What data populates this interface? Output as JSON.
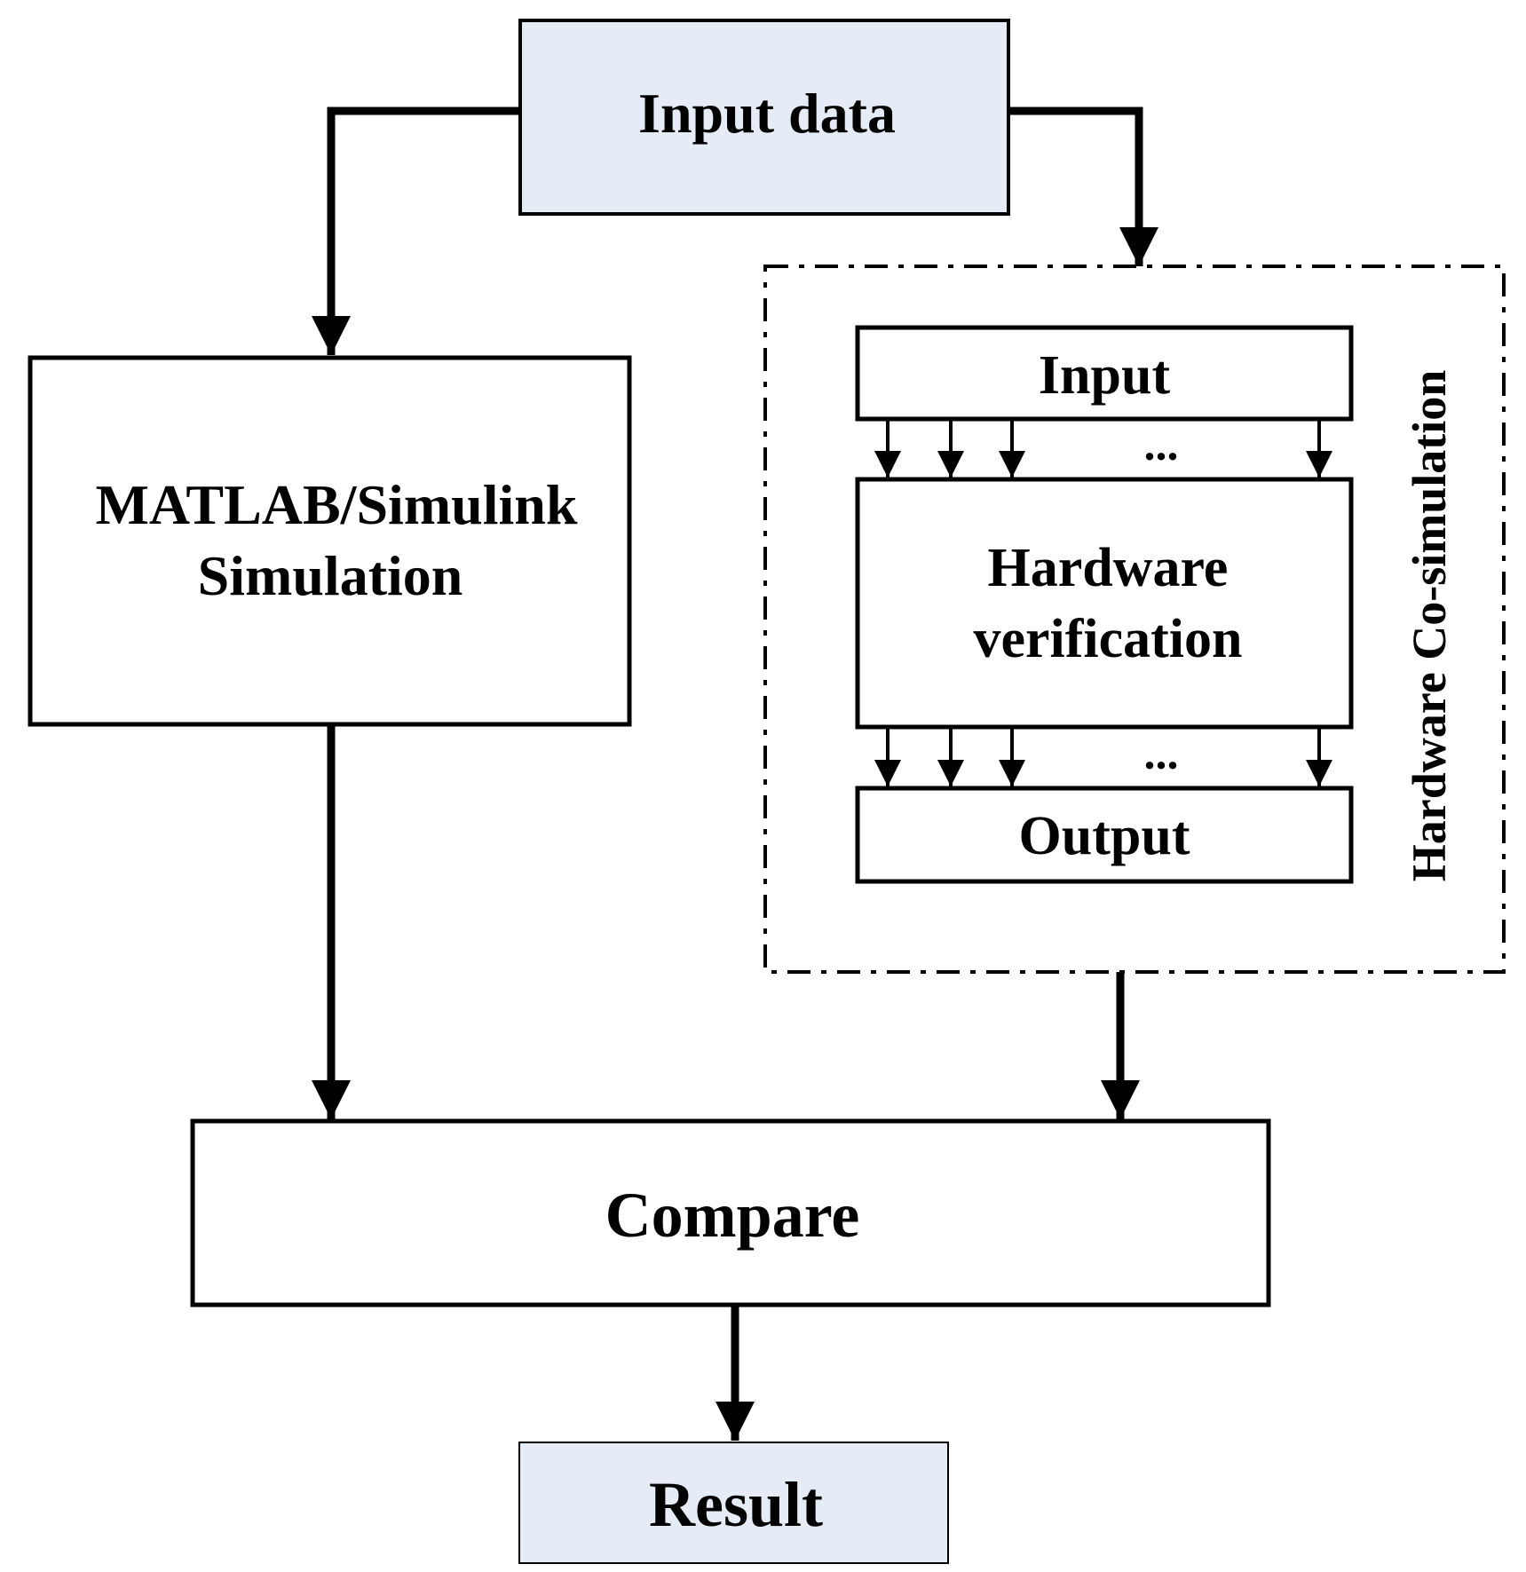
{
  "nodes": {
    "input_data": "Input data",
    "matlab_line1": "MATLAB/Simulink",
    "matlab_line2": "Simulation",
    "cosim_input": "Input",
    "hw_verif_line1": "Hardware",
    "hw_verif_line2": "verification",
    "cosim_output": "Output",
    "cosim_group_label": "Hardware Co-simulation",
    "compare": "Compare",
    "result": "Result",
    "ellipsis_top": "...",
    "ellipsis_bottom": "..."
  },
  "colors": {
    "terminal_fill": "#e6ecf6",
    "stroke": "#000000",
    "background": "#ffffff"
  }
}
